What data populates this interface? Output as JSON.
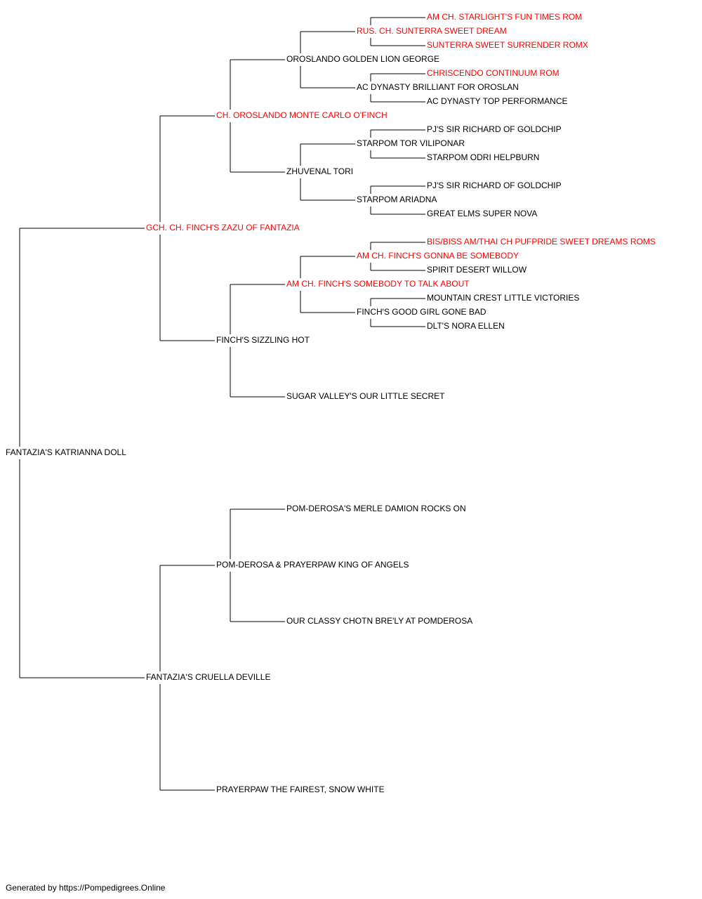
{
  "colors": {
    "titled": "#ff0000",
    "normal": "#000000",
    "line": "#000000"
  },
  "pedigree": {
    "name": "FANTAZIA'S KATRIANNA DOLL",
    "titled": false,
    "sire": {
      "name": "GCH. CH. FINCH'S ZAZU OF FANTAZIA",
      "titled": true,
      "sire": {
        "name": "CH. OROSLANDO MONTE CARLO O'FINCH",
        "titled": true,
        "sire": {
          "name": "OROSLANDO GOLDEN LION GEORGE",
          "titled": false,
          "sire": {
            "name": "RUS. CH. SUNTERRA SWEET DREAM",
            "titled": true,
            "sire": {
              "name": "AM CH. STARLIGHT'S FUN TIMES ROM",
              "titled": true
            },
            "dam": {
              "name": "SUNTERRA SWEET SURRENDER ROMX",
              "titled": true
            }
          },
          "dam": {
            "name": "AC DYNASTY BRILLIANT FOR OROSLAN",
            "titled": false,
            "sire": {
              "name": "CHRISCENDO CONTINUUM ROM",
              "titled": true
            },
            "dam": {
              "name": "AC DYNASTY TOP PERFORMANCE",
              "titled": false
            }
          }
        },
        "dam": {
          "name": "ZHUVENAL TORI",
          "titled": false,
          "sire": {
            "name": "STARPOM TOR VILIPONAR",
            "titled": false,
            "sire": {
              "name": "PJ'S SIR RICHARD OF GOLDCHIP",
              "titled": false
            },
            "dam": {
              "name": "STARPOM ODRI HELPBURN",
              "titled": false
            }
          },
          "dam": {
            "name": "STARPOM ARIADNA",
            "titled": false,
            "sire": {
              "name": "PJ'S SIR RICHARD OF GOLDCHIP",
              "titled": false
            },
            "dam": {
              "name": "GREAT ELMS SUPER NOVA",
              "titled": false
            }
          }
        }
      },
      "dam": {
        "name": "FINCH'S SIZZLING HOT",
        "titled": false,
        "sire": {
          "name": "AM CH. FINCH'S SOMEBODY TO TALK ABOUT",
          "titled": true,
          "sire": {
            "name": "AM CH. FINCH'S GONNA BE SOMEBODY",
            "titled": true,
            "sire": {
              "name": "BIS/BISS AM/THAI CH PUFPRIDE SWEET DREAMS ROMS",
              "titled": true
            },
            "dam": {
              "name": "SPIRIT DESERT WILLOW",
              "titled": false
            }
          },
          "dam": {
            "name": "FINCH'S GOOD GIRL GONE BAD",
            "titled": false,
            "sire": {
              "name": "MOUNTAIN CREST LITTLE VICTORIES",
              "titled": false
            },
            "dam": {
              "name": "DLT'S NORA ELLEN",
              "titled": false
            }
          }
        },
        "dam": {
          "name": "SUGAR VALLEY'S OUR LITTLE SECRET",
          "titled": false
        }
      }
    },
    "dam": {
      "name": "FANTAZIA'S CRUELLA DEVILLE",
      "titled": false,
      "sire": {
        "name": "POM-DEROSA & PRAYERPAW KING OF ANGELS",
        "titled": false,
        "sire": {
          "name": "POM-DEROSA'S MERLE DAMION ROCKS ON",
          "titled": false
        },
        "dam": {
          "name": "OUR CLASSY CHOTN BRE'LY AT POMDEROSA",
          "titled": false
        }
      },
      "dam": {
        "name": "PRAYERPAW THE FAIREST, SNOW WHITE",
        "titled": false
      }
    }
  },
  "footer": "Generated by https://Pompedigrees.Online"
}
